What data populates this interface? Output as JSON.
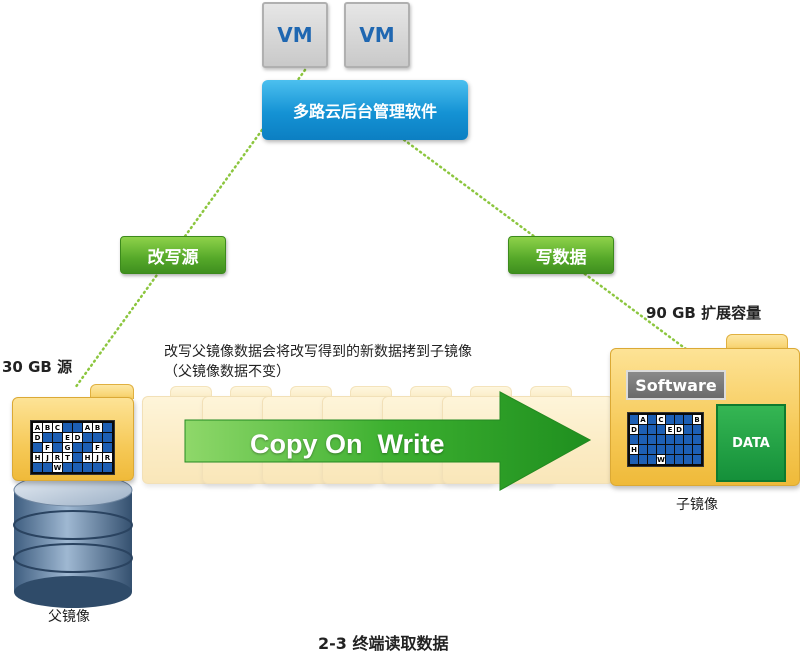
{
  "vms": [
    "VM",
    "VM"
  ],
  "management": "多路云后台管理软件",
  "labels": {
    "rewrite_source": "改写源",
    "write_data": "写数据"
  },
  "capacity": {
    "child": "90 GB 扩展容量",
    "parent": "30 GB 源"
  },
  "note": {
    "line1": "改写父镜像数据会将改写得到的新数据拷到子镜像",
    "line2": "（父镜像数据不变）"
  },
  "arrow": "Copy On  Write",
  "parent_grid": [
    [
      "A",
      "B",
      "C",
      "",
      "",
      "A",
      "B"
    ],
    [
      "D",
      "",
      "",
      "E",
      "D",
      "",
      ""
    ],
    [
      "",
      "F",
      "",
      "G",
      "",
      "",
      "F"
    ],
    [
      "H",
      "J",
      "R",
      "T",
      "",
      "H",
      "J",
      "R"
    ],
    [
      "",
      "",
      "W",
      "",
      "",
      "",
      ""
    ]
  ],
  "child_grid": [
    [
      "",
      "A",
      "",
      "C",
      "",
      "",
      "",
      "B"
    ],
    [
      "D",
      "",
      "",
      "",
      "E",
      "D",
      "",
      ""
    ],
    [
      "",
      "",
      "",
      "",
      "",
      "",
      "",
      ""
    ],
    [
      "H",
      "",
      "",
      "",
      "",
      "",
      "",
      ""
    ],
    [
      "",
      "",
      "",
      "W",
      "",
      "",
      "",
      ""
    ]
  ],
  "software": "Software",
  "data": "DATA",
  "child_caption": "子镜像",
  "parent_caption": "父镜像",
  "footer": "2-3 终端读取数据",
  "colors": {
    "vm_text": "#1f67b1",
    "mgmt_blue": "#1492d4",
    "label_green": "#55a829",
    "arrow_green": "#2fa12a",
    "folder_yellow": "#f6c957",
    "data_green": "#15903a",
    "dotted_line": "#8cc63f"
  }
}
